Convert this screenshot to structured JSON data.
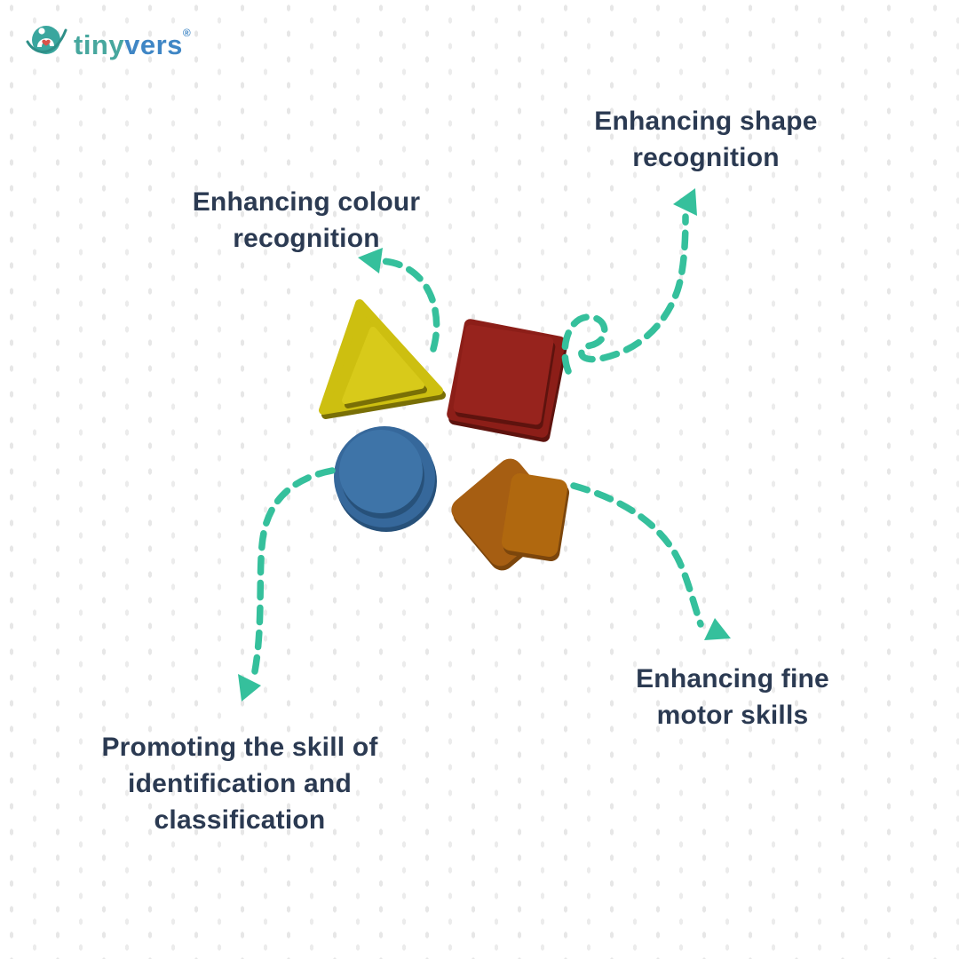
{
  "brand": {
    "name_part1": "tiny",
    "name_part2": "vers",
    "registered_mark": "®",
    "icon": "tinyvers-globe-logo-icon",
    "color_part1": "#47a79e",
    "color_part2": "#3f86c5"
  },
  "labels": {
    "shape_recognition": {
      "lines": [
        "Enhancing shape",
        "recognition"
      ]
    },
    "colour_recognition": {
      "lines": [
        "Enhancing colour",
        "recognition"
      ]
    },
    "identification_classification": {
      "lines": [
        "Promoting the skill of",
        "identification and",
        "classification"
      ]
    },
    "fine_motor": {
      "lines": [
        "Enhancing fine",
        "motor skills"
      ]
    }
  },
  "colors": {
    "label_text": "#2b3a52",
    "arrow_teal": "#35c09c",
    "logo_globe": "#3aa69e",
    "logo_swoosh": "#2e8f88",
    "logo_heart": "#d9534a",
    "shape_yellow": "#cdbf10",
    "shape_yellow_light": "#d8ca1a",
    "shape_yellow_dark": "#796f06",
    "shape_red": "#8c1e18",
    "shape_red_light": "#97231d",
    "shape_red_dark": "#5e130e",
    "shape_blue": "#36689b",
    "shape_blue_light": "#3e74a8",
    "shape_blue_dark": "#27517a",
    "shape_orange": "#a65e12",
    "shape_orange_light": "#b0680f",
    "shape_orange_dark": "#7c460c",
    "background_dot": "#e7e7e7"
  }
}
